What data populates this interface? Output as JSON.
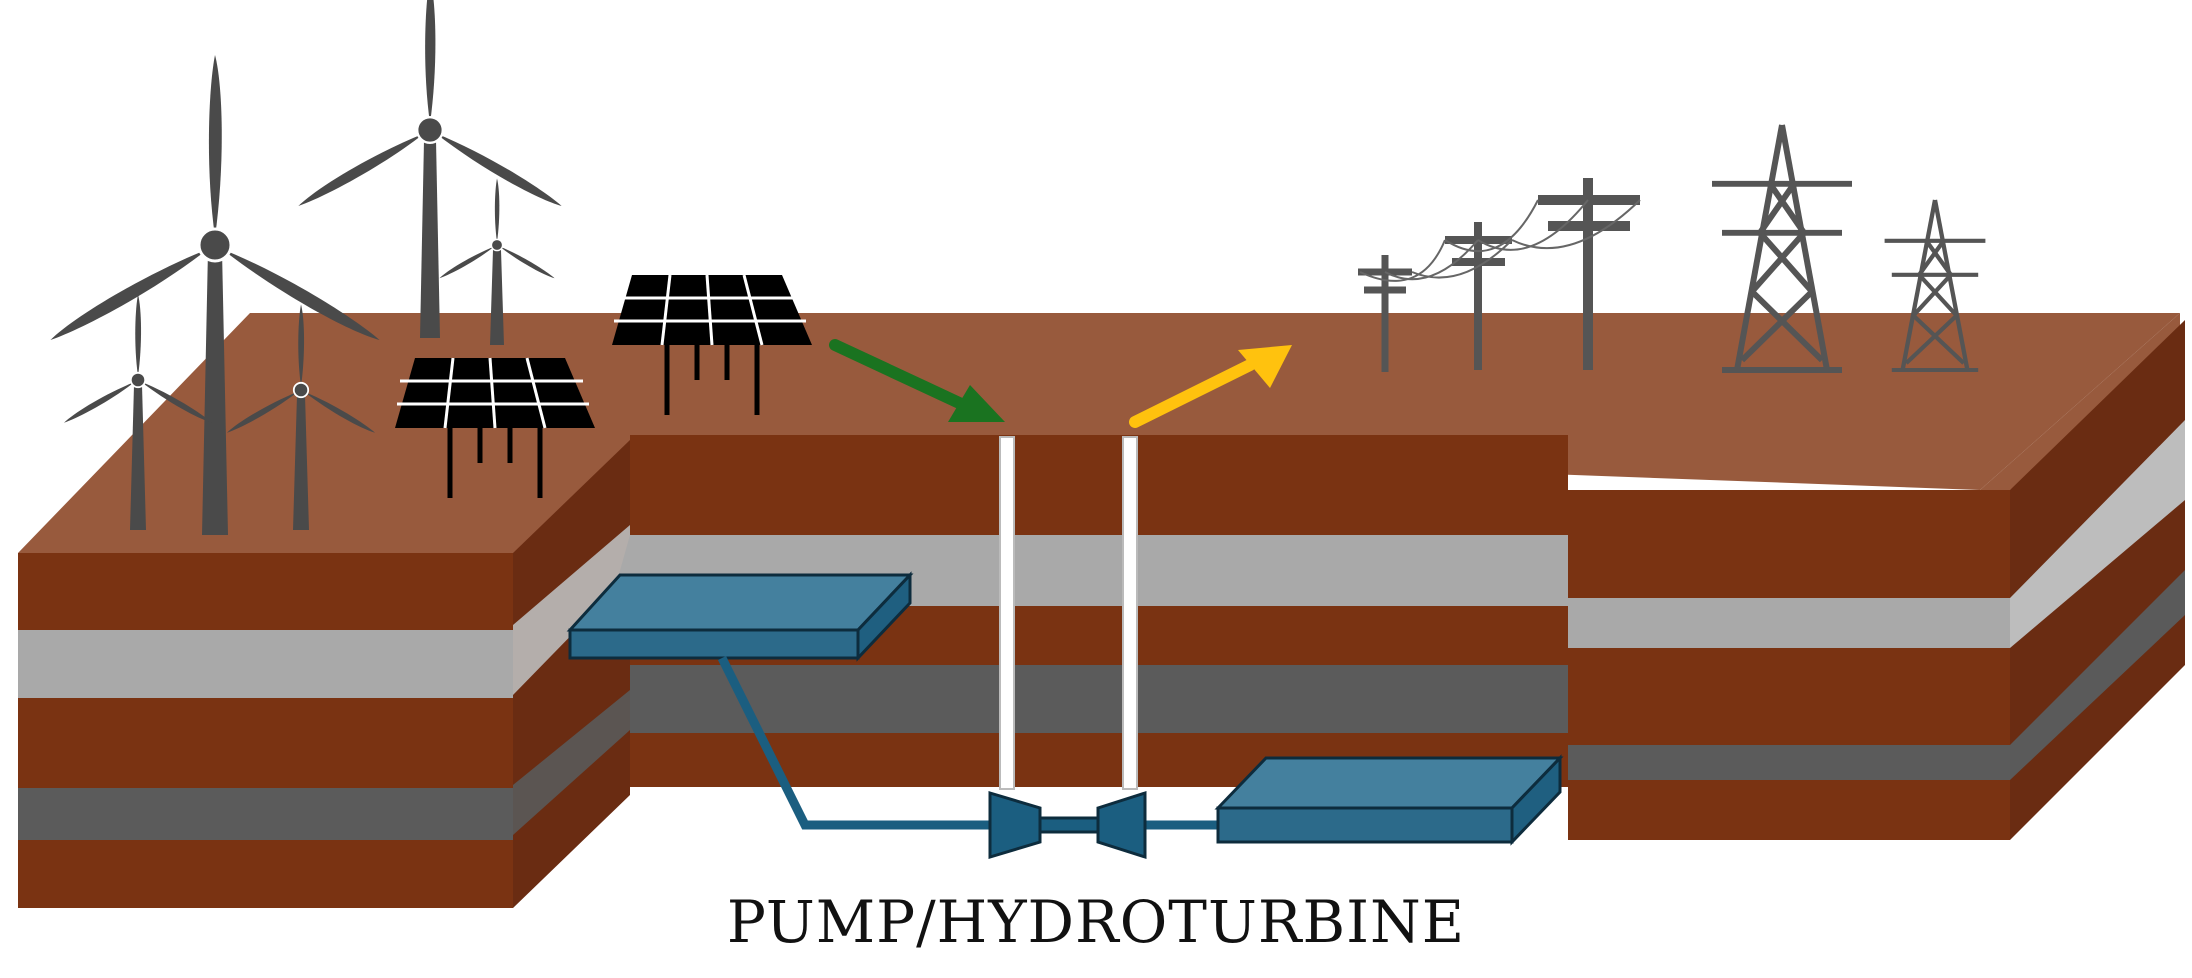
{
  "diagram": {
    "caption": "PUMP/HYDROTURBINE",
    "icons": {
      "wind": "wind-turbine-icon",
      "solar": "solar-panel-icon",
      "pole": "utility-pole-icon",
      "tower": "transmission-tower-icon"
    },
    "flows": [
      {
        "name": "energy-input-arrow",
        "color": "#1a7320"
      },
      {
        "name": "energy-output-arrow",
        "color": "#ffc20e"
      }
    ],
    "colors": {
      "ground_top": "#985a3d",
      "soil_front": "#7a3312",
      "soil_side": "#6a2c12",
      "layer_light": "#a9a9a9",
      "layer_dark": "#5b5b5b",
      "reservoir": "#44809e",
      "reservoir_side": "#1f5f80",
      "machine": "#1b5e80",
      "shaft": "#ffffff",
      "silhouette": "#4a4a4a"
    }
  }
}
